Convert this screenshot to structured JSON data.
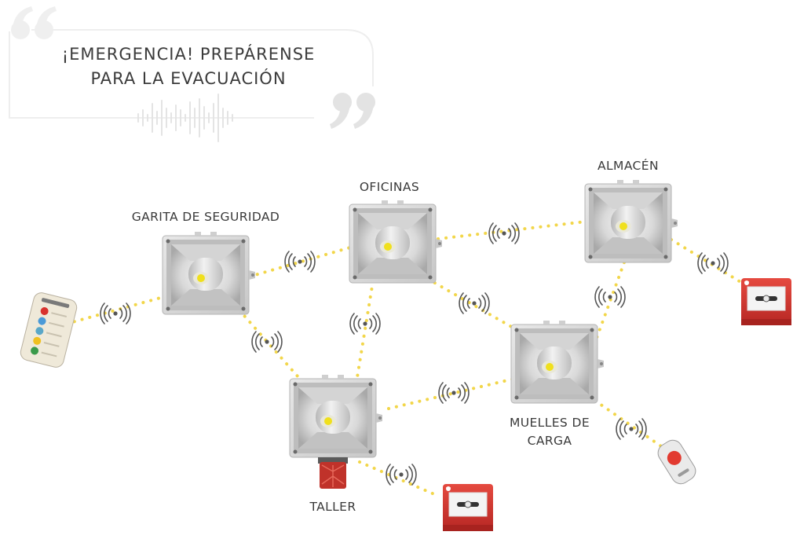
{
  "message": {
    "line1": "¡EMERGENCIA! PREPÁRENSE",
    "line2": "PARA LA EVACUACIÓN"
  },
  "locations": {
    "garita": "GARITA DE SEGURIDAD",
    "oficinas": "OFICINAS",
    "almacen": "ALMACÉN",
    "muelles_line1": "MUELLES DE",
    "muelles_line2": "CARGA",
    "taller": "TALLER"
  },
  "colors": {
    "link_dots": "#f2d64a",
    "speaker_body": "#d6d6d6",
    "beacon_red": "#c0322a",
    "call_point_red": "#d8322e",
    "signal_icon": "#555555"
  },
  "icons": {
    "wireless": "wireless-signal-icon",
    "speaker": "speaker-siren-icon",
    "call_point": "manual-call-point-icon",
    "remote": "remote-control-icon",
    "beacon": "red-beacon-icon"
  }
}
